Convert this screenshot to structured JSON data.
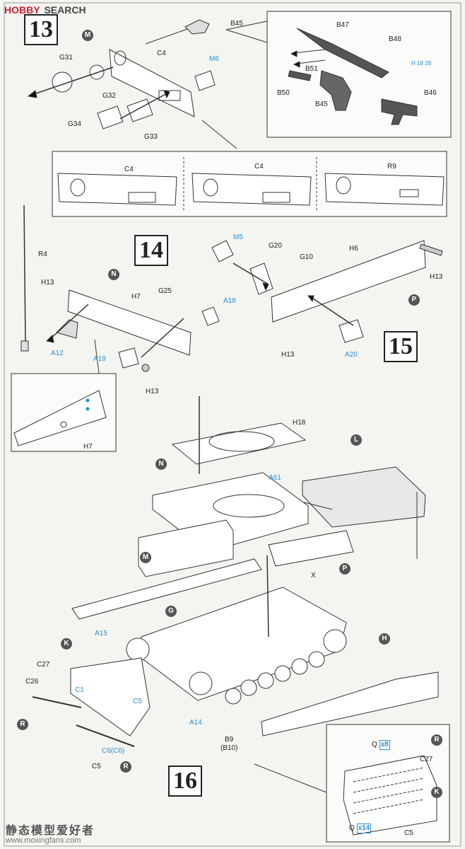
{
  "brand": {
    "logo": "HOBBY",
    "name": "SEARCH"
  },
  "steps": {
    "s13": "13",
    "s14": "14",
    "s15": "15",
    "s16": "16"
  },
  "markers": {
    "M": "M",
    "N": "N",
    "P": "P",
    "L": "L",
    "G": "G",
    "K": "K",
    "H": "H",
    "R": "R"
  },
  "step13": {
    "B45": "B45",
    "C4": "C4",
    "M6": "M6",
    "G31": "G31",
    "G32": "G32",
    "G34": "G34",
    "G33": "G33",
    "detail": {
      "B47": "B47",
      "B48": "B48",
      "B51": "B51",
      "B50": "B50",
      "B45": "B45",
      "B46": "B46",
      "H18_28": "H 18 28"
    },
    "options": {
      "C4a": "C4",
      "C4b": "C4",
      "R9": "R9"
    }
  },
  "step14": {
    "R4": "R4",
    "H13a": "H13",
    "H7": "H7",
    "G25": "G25",
    "A18": "A18",
    "A12": "A12",
    "A19": "A19",
    "H13b": "H13",
    "detail_H7": "H7"
  },
  "step15": {
    "M5": "M5",
    "G20": "G20",
    "G10": "G10",
    "H6": "H6",
    "H13a": "H13",
    "H13b": "H13",
    "A20": "A20"
  },
  "step16": {
    "H18": "H18",
    "A61": "A61",
    "X": "X",
    "A15": "A15",
    "C27": "C27",
    "C26": "C26",
    "C1": "C1",
    "C5": "C5",
    "C6": "C6(C6)",
    "C5b": "C5",
    "A14": "A14",
    "B9": "B9",
    "B10": "(B10)",
    "detail": {
      "Q1": "Q",
      "x8": "x8",
      "C27": "C27",
      "Q2": "Q",
      "x14": "x14",
      "C5": "C5"
    }
  },
  "watermark": {
    "cn": "静态模型爱好者",
    "url": "www.moxingfans.com"
  }
}
